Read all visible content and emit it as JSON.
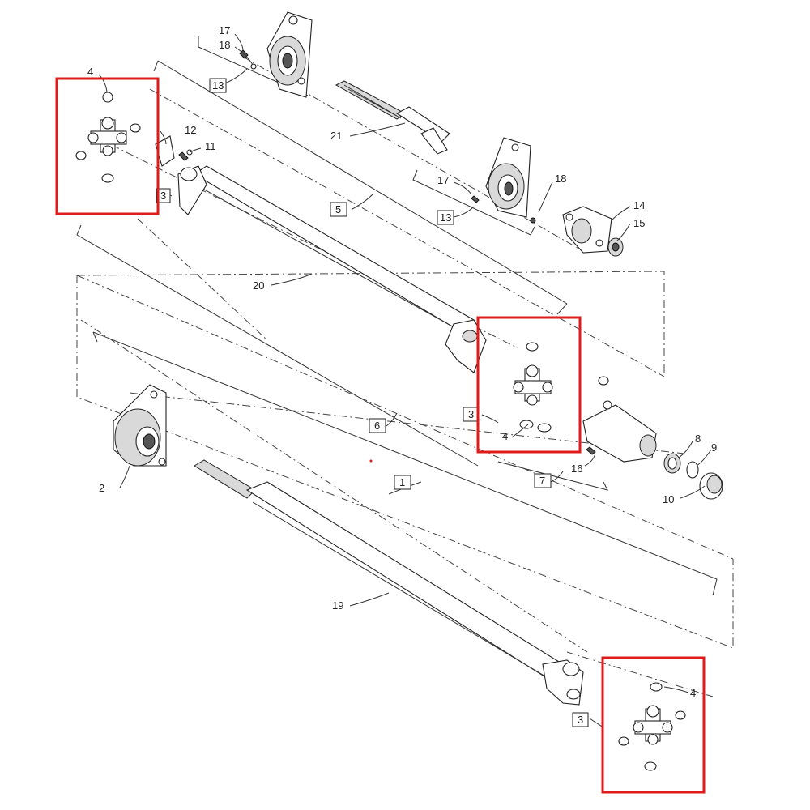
{
  "highlight_color": "#e01b1b",
  "part_numbers": {
    "p1": "1",
    "p2": "2",
    "p3a": "3",
    "p3b": "3",
    "p3c": "3",
    "p4a": "4",
    "p4b": "4",
    "p4c": "4",
    "p5": "5",
    "p6": "6",
    "p7": "7",
    "p8": "8",
    "p9": "9",
    "p10": "10",
    "p11": "11",
    "p12": "12",
    "p13a": "13",
    "p13b": "13",
    "p14": "14",
    "p15": "15",
    "p16": "16",
    "p17a": "17",
    "p17b": "17",
    "p18a": "18",
    "p18b": "18",
    "p19": "19",
    "p20": "20",
    "p21": "21"
  }
}
